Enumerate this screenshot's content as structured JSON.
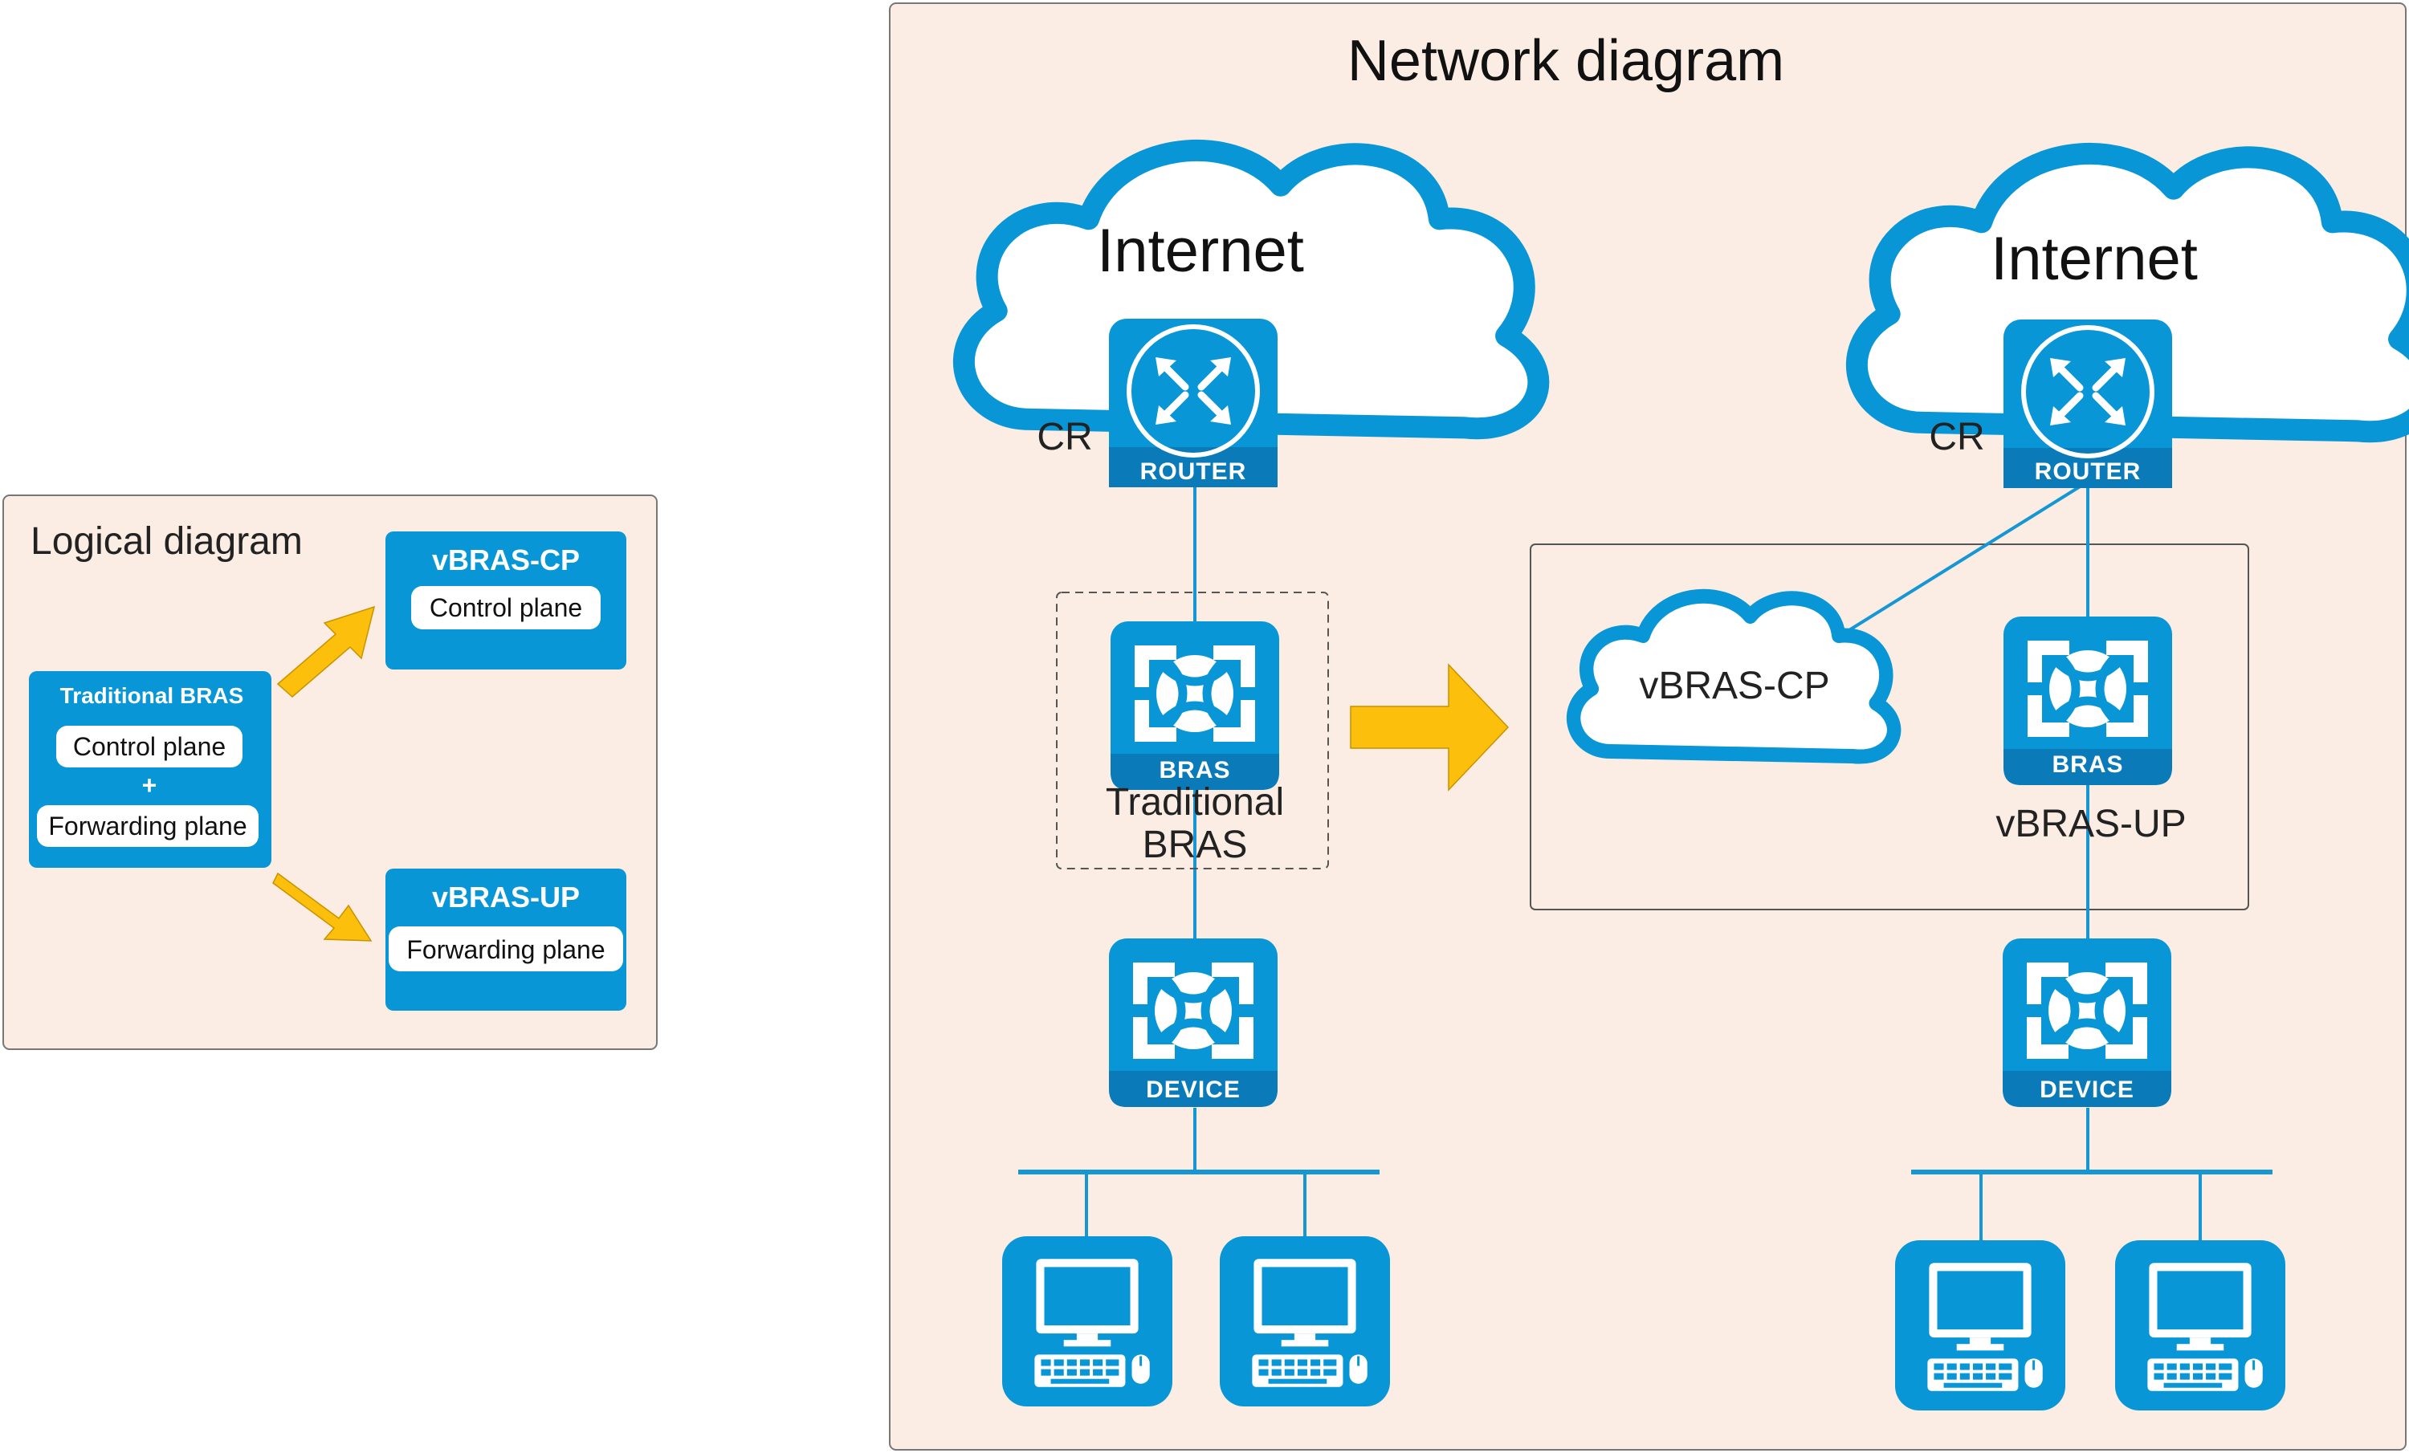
{
  "logical": {
    "title": "Logical diagram",
    "traditional_box": {
      "title": "Traditional BRAS",
      "control": "Control plane",
      "plus": "+",
      "forwarding": "Forwarding plane"
    },
    "cp_box": {
      "title": "vBRAS-CP",
      "label": "Control plane"
    },
    "up_box": {
      "title": "vBRAS-UP",
      "label": "Forwarding plane"
    }
  },
  "network": {
    "title": "Network diagram",
    "left": {
      "internet": "Internet",
      "cr_label": "CR",
      "router_badge": "ROUTER",
      "bras_badge": "BRAS",
      "bras_label_line1": "Traditional",
      "bras_label_line2": "BRAS",
      "device_badge": "DEVICE"
    },
    "right": {
      "internet": "Internet",
      "cr_label": "CR",
      "router_badge": "ROUTER",
      "vbras_cp": "vBRAS-CP",
      "bras_badge": "BRAS",
      "bras_label": "vBRAS-UP",
      "device_badge": "DEVICE"
    }
  },
  "colors": {
    "panel": "#fbede3",
    "device_blue": "#0896d6",
    "arrow": "#fcbf0b"
  },
  "icons": [
    "cloud-icon",
    "router-icon",
    "bras-switch-icon",
    "device-switch-icon",
    "computer-icon",
    "arrow-icon"
  ]
}
